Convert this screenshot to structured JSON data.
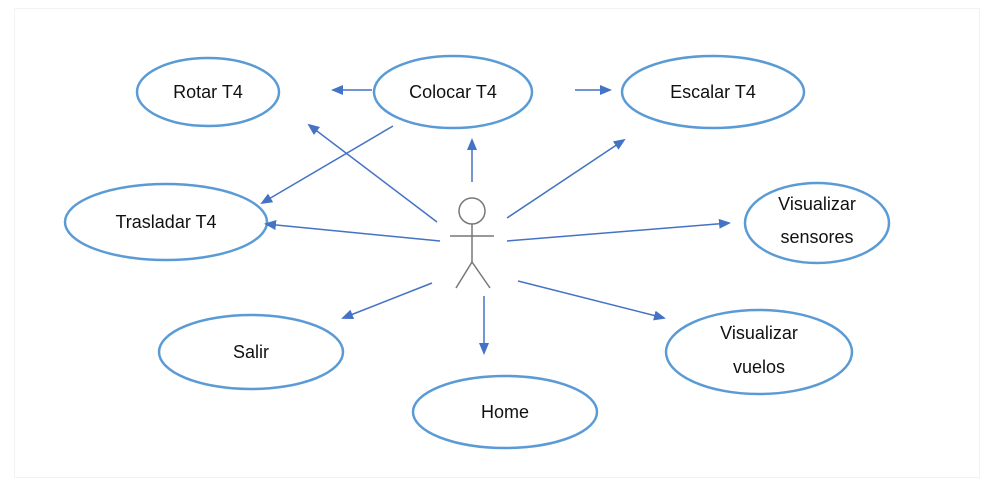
{
  "colors": {
    "ellipse_stroke": "#5B9BD5",
    "arrow": "#4472C4",
    "actor_stroke": "#777777",
    "text": "#111111"
  },
  "use_cases": {
    "rotar": "Rotar T4",
    "colocar": "Colocar T4",
    "escalar": "Escalar T4",
    "trasladar": "Trasladar T4",
    "visualizar_sensores_1": "Visualizar",
    "visualizar_sensores_2": "sensores",
    "salir": "Salir",
    "home": "Home",
    "visualizar_vuelos_1": "Visualizar",
    "visualizar_vuelos_2": "vuelos"
  }
}
